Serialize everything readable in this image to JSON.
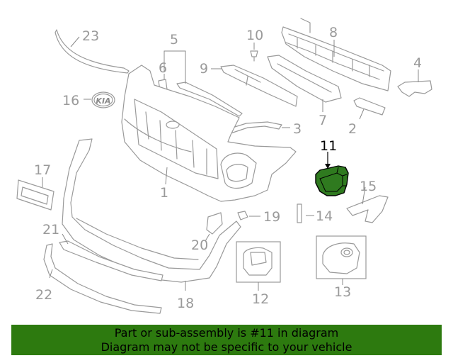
{
  "colors": {
    "highlight_part": "#2f7a1f",
    "banner_bg": "#2d7a0f",
    "line_art": "#9a9a9a",
    "highlight_text": "#000000"
  },
  "callouts": {
    "c1": "1",
    "c2": "2",
    "c3": "3",
    "c4": "4",
    "c5": "5",
    "c6": "6",
    "c7": "7",
    "c8": "8",
    "c9": "9",
    "c10": "10",
    "c11": "11",
    "c12": "12",
    "c13": "13",
    "c14": "14",
    "c15": "15",
    "c16": "16",
    "c17": "17",
    "c18": "18",
    "c19": "19",
    "c20": "20",
    "c21": "21",
    "c22": "22",
    "c23": "23"
  },
  "highlighted_callout": "11",
  "emblem_text": "KIA",
  "banner": {
    "line1": "Part or sub-assembly is #11 in diagram",
    "line2": "Diagram may not be specific to your vehicle"
  }
}
